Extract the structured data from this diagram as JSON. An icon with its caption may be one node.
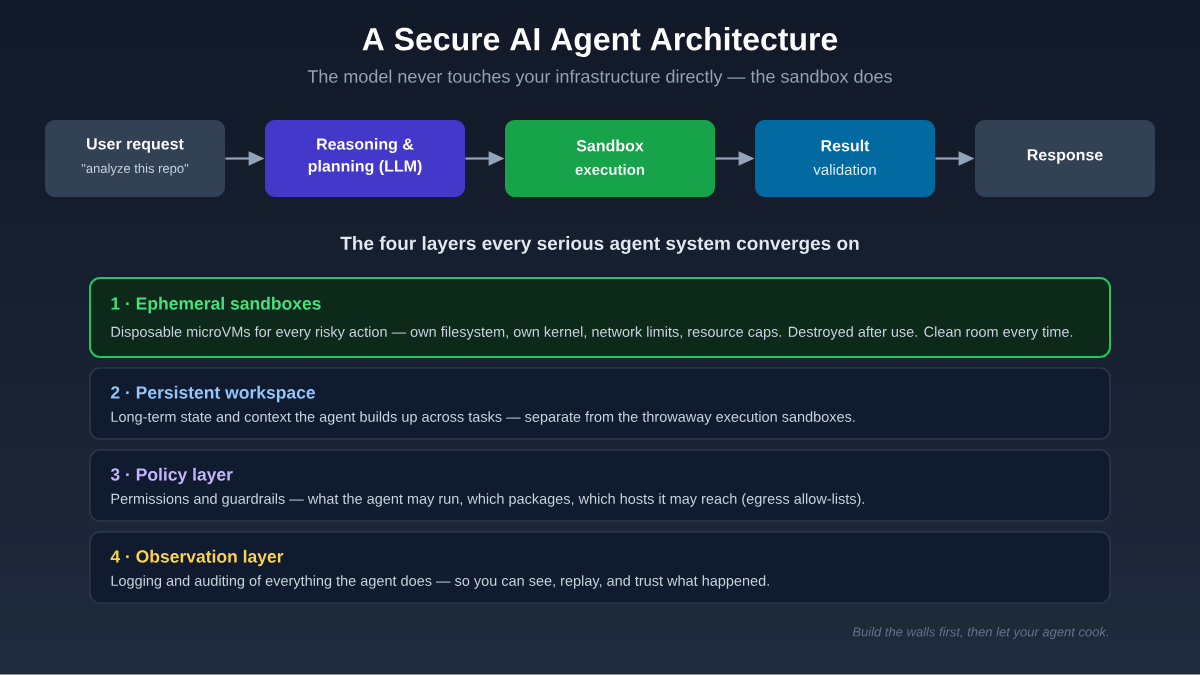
{
  "diagram": {
    "title": "A Secure AI Agent Architecture",
    "caption": "Build the walls first, then let your agent cook.",
    "nodes": [
      {
        "text": [
          "User request",
          "\"analyze this repo\""
        ]
      },
      {
        "text": [
          "Reasoning & planning (LLM)"
        ]
      },
      {
        "text": [
          "Sandbox",
          "execution"
        ]
      },
      {
        "text": [
          "Result",
          "validation"
        ]
      },
      {
        "text": [
          "Response"
        ]
      },
      {
        "text": [
          "1 · Ephemeral sandboxes",
          "Disposable microVMs for every risky action — own filesystem, own kernel, network limits, resource caps. Destroyed after use. Clean room every time."
        ]
      },
      {
        "text": [
          "2 · Persistent workspace",
          "Long-term state and context the agent builds up across tasks — separate from the throwaway execution sandboxes."
        ]
      },
      {
        "text": [
          "3 · Policy layer",
          "Permissions and guardrails — what the agent may run, which packages, which hosts it may reach (egress allow-lists)."
        ]
      },
      {
        "text": [
          "4 · Observation layer",
          "Logging and auditing of everything the agent does — so you can see, replay, and trust what happened."
        ]
      }
    ],
    "edges": [
      {
        "from": 0,
        "to": 1,
        "arrow": "to"
      },
      {
        "from": 1,
        "to": 2,
        "arrow": "to"
      },
      {
        "from": 2,
        "to": 3,
        "arrow": "to"
      },
      {
        "from": 3,
        "to": 4,
        "arrow": "to"
      }
    ],
    "labels": [
      "The model never touches your infrastructure directly — the sandbox does",
      "The four layers every serious agent system converges on"
    ]
  }
}
